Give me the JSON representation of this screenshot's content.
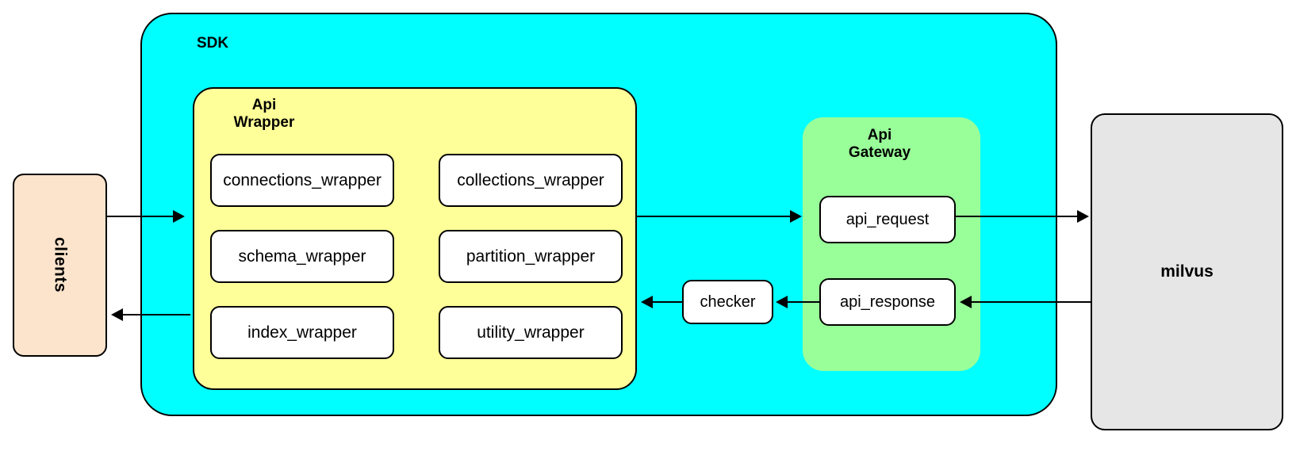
{
  "diagram": {
    "title_nodes": {
      "sdk": "SDK",
      "api_wrapper": "Api\nWrapper",
      "api_gateway": "Api\nGateway"
    },
    "external_nodes": {
      "clients": "clients",
      "milvus": "milvus"
    },
    "wrapper_modules": [
      {
        "label": "connections_wrapper"
      },
      {
        "label": "collections_wrapper"
      },
      {
        "label": "schema_wrapper"
      },
      {
        "label": "partition_wrapper"
      },
      {
        "label": "index_wrapper"
      },
      {
        "label": "utility_wrapper"
      }
    ],
    "gateway_modules": [
      {
        "label": "api_request"
      },
      {
        "label": "api_response"
      }
    ],
    "middleware": {
      "checker": "checker"
    },
    "colors": {
      "sdk_fill": "#00FFFF",
      "api_wrapper_fill": "#FFFF99",
      "api_gateway_fill": "#99FF99",
      "clients_fill": "#FCE4CC",
      "milvus_fill": "#E6E6E6",
      "module_fill": "#FFFFFF",
      "stroke": "#000000",
      "canvas": "#FFFFFF"
    },
    "flows": [
      {
        "from": "clients",
        "to": "SDK",
        "direction": "right"
      },
      {
        "from": "Api Wrapper",
        "to": "Api Gateway",
        "direction": "right"
      },
      {
        "from": "api_request",
        "to": "milvus",
        "direction": "right"
      },
      {
        "from": "milvus",
        "to": "api_response",
        "direction": "left"
      },
      {
        "from": "api_response",
        "to": "checker",
        "direction": "left"
      },
      {
        "from": "checker",
        "to": "Api Wrapper",
        "direction": "left"
      },
      {
        "from": "SDK",
        "to": "clients",
        "direction": "left"
      }
    ]
  }
}
